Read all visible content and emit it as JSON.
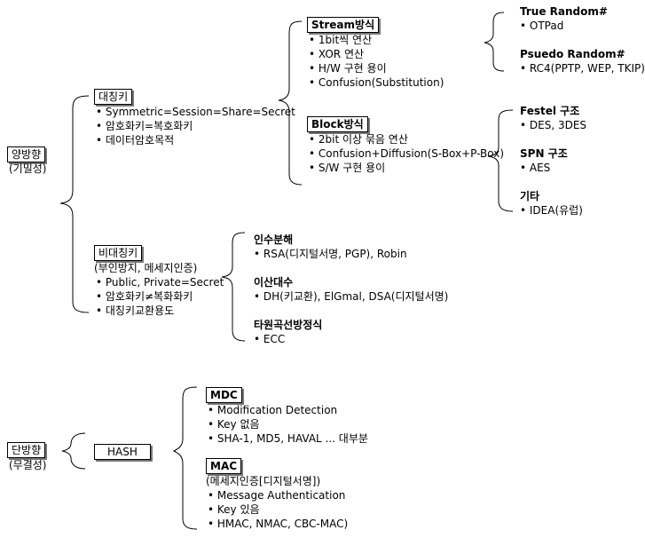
{
  "confidentiality": {
    "label": "양방향",
    "sub": "(기밀성)",
    "symmetric": {
      "title": "대칭키",
      "items": [
        "• Symmetric=Session=Share=Secret",
        "• 암호화키=복호화키",
        "• 데이터암호목적"
      ],
      "stream": {
        "title": "Stream방식",
        "items": [
          "• 1bit씩 연산",
          "• XOR 연산",
          "• H/W 구현 용이",
          "• Confusion(Substitution)"
        ],
        "true_random": {
          "title": "True Random#",
          "item": "• OTPad"
        },
        "pseudo_random": {
          "title": "Psuedo Random#",
          "item": "• RC4(PPTP, WEP, TKIP)"
        }
      },
      "block": {
        "title": "Block방식",
        "items": [
          "• 2bit 이상 묶음 연산",
          "• Confusion+Diffusion(S-Box+P-Box)",
          "• S/W 구현 용이"
        ],
        "festel": {
          "title": "Festel 구조",
          "item": "• DES, 3DES"
        },
        "spn": {
          "title": "SPN 구조",
          "item": "• AES"
        },
        "etc": {
          "title": "기타",
          "item": "• IDEA(유럽)"
        }
      }
    },
    "asymmetric": {
      "title": "비대칭키",
      "items": [
        "(부인방지, 메세지인증)",
        "• Public, Private=Secret",
        "• 암호화키≠복화화키",
        "• 대칭키교환용도"
      ],
      "factor": {
        "title": "인수분해",
        "item": "• RSA(디지털서명, PGP), Robin"
      },
      "dlog": {
        "title": "이산대수",
        "item": "• DH(키교환), ElGmal, DSA(디지털서명)"
      },
      "ecc": {
        "title": "타원곡선방정식",
        "item": "• ECC"
      }
    }
  },
  "integrity": {
    "label": "단방향",
    "sub": "(무결성)",
    "hash": "HASH",
    "mdc": {
      "title": "MDC",
      "items": [
        "• Modification Detection",
        "• Key 없음",
        "• SHA-1, MD5, HAVAL ... 대부분"
      ]
    },
    "mac": {
      "title": "MAC",
      "items": [
        "(메세지인증[디지털서명])",
        "• Message Authentication",
        "• Key 있음",
        "• HMAC, NMAC, CBC-MAC)"
      ]
    }
  }
}
